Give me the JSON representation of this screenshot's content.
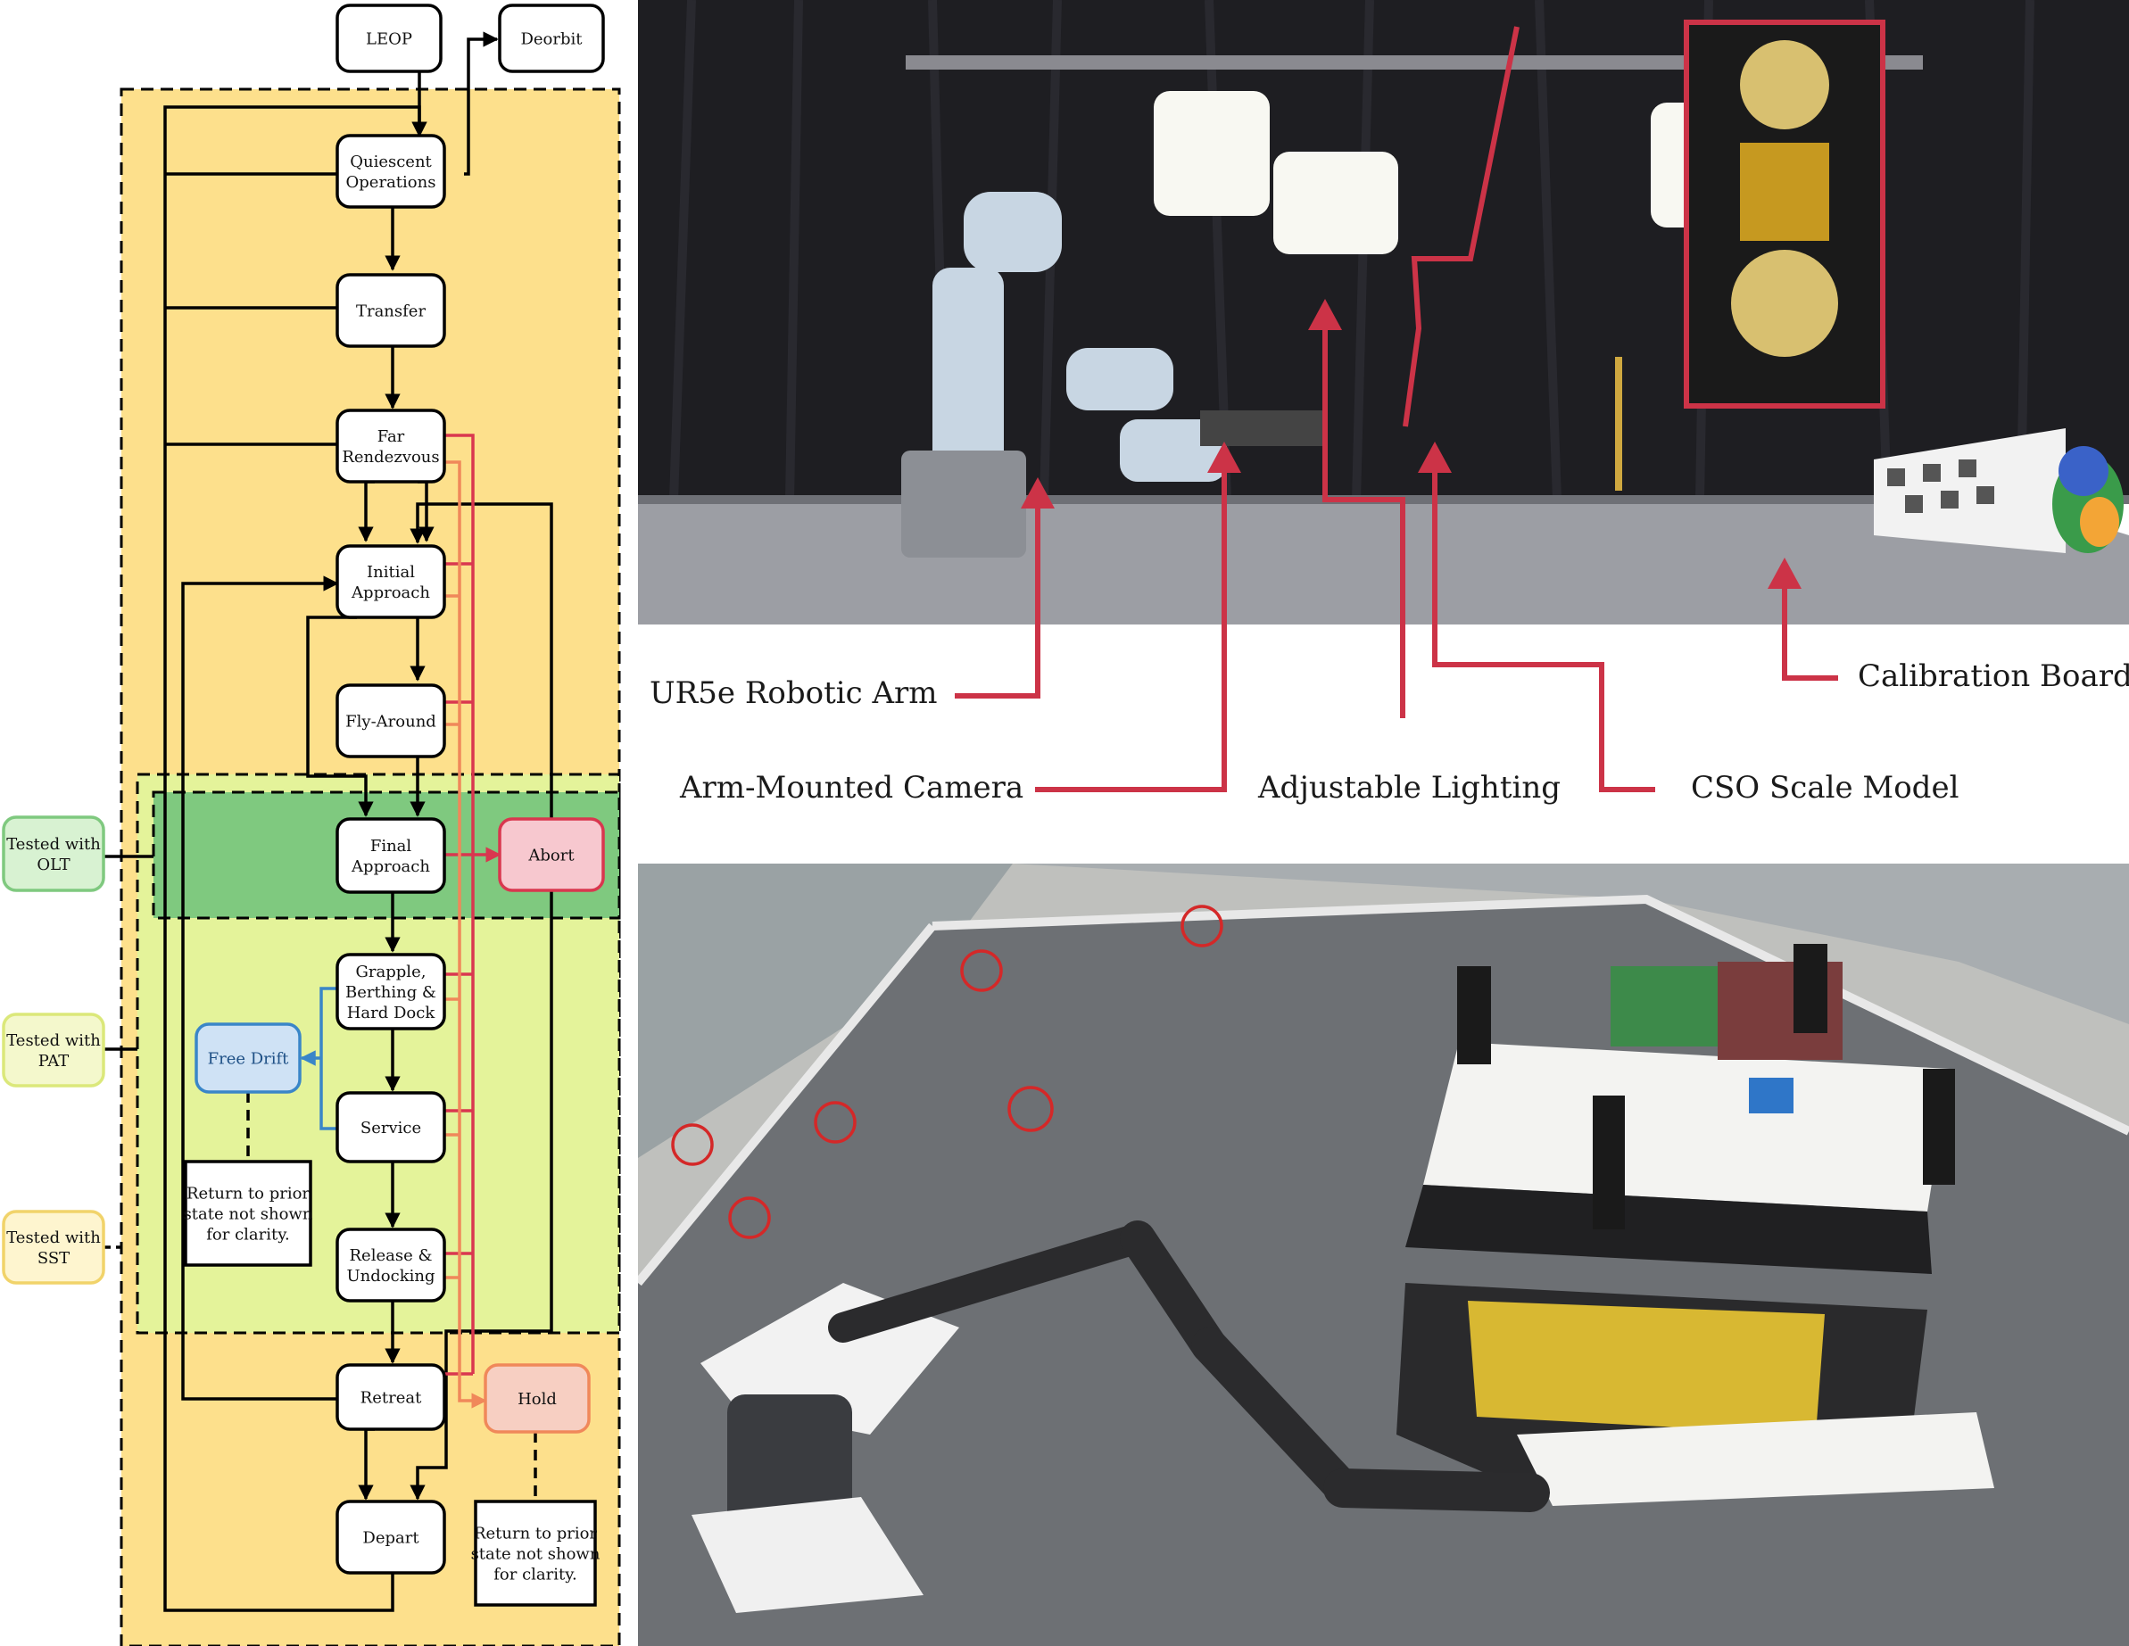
{
  "flowchart": {
    "states": {
      "leop": [
        "LEOP"
      ],
      "deorbit": [
        "Deorbit"
      ],
      "quiescent": [
        "Quiescent",
        "Operations"
      ],
      "transfer": [
        "Transfer"
      ],
      "far": [
        "Far",
        "Rendezvous"
      ],
      "initial": [
        "Initial",
        "Approach"
      ],
      "flyaround": [
        "Fly-Around"
      ],
      "final": [
        "Final",
        "Approach"
      ],
      "grapple": [
        "Grapple,",
        "Berthing &",
        "Hard Dock"
      ],
      "service": [
        "Service"
      ],
      "release": [
        "Release &",
        "Undocking"
      ],
      "retreat": [
        "Retreat"
      ],
      "depart": [
        "Depart"
      ],
      "abort": [
        "Abort"
      ],
      "hold": [
        "Hold"
      ],
      "freedrift": [
        "Free Drift"
      ]
    },
    "notes": {
      "freedrift": [
        "Return to prior",
        "state not shown",
        "for clarity."
      ],
      "hold": [
        "Return to prior",
        "state not shown",
        "for clarity."
      ]
    },
    "tests": {
      "olt": [
        "Tested with",
        "OLT"
      ],
      "pat": [
        "Tested with",
        "PAT"
      ],
      "sst": [
        "Tested with",
        "SST"
      ]
    },
    "colors": {
      "sst_region": "#fde08c",
      "pat_region": "#e4f39a",
      "olt_region": "#7fc97f",
      "abort": "#d9374f",
      "hold": "#f0885a",
      "free_drift": "#3a86c8"
    }
  },
  "photos": {
    "top": {
      "callouts": {
        "arm": "UR5e Robotic Arm",
        "camera": "Arm-Mounted Camera",
        "lighting": "Adjustable Lighting",
        "model": "CSO Scale Model",
        "board": "Calibration Board"
      }
    },
    "bottom": {}
  }
}
